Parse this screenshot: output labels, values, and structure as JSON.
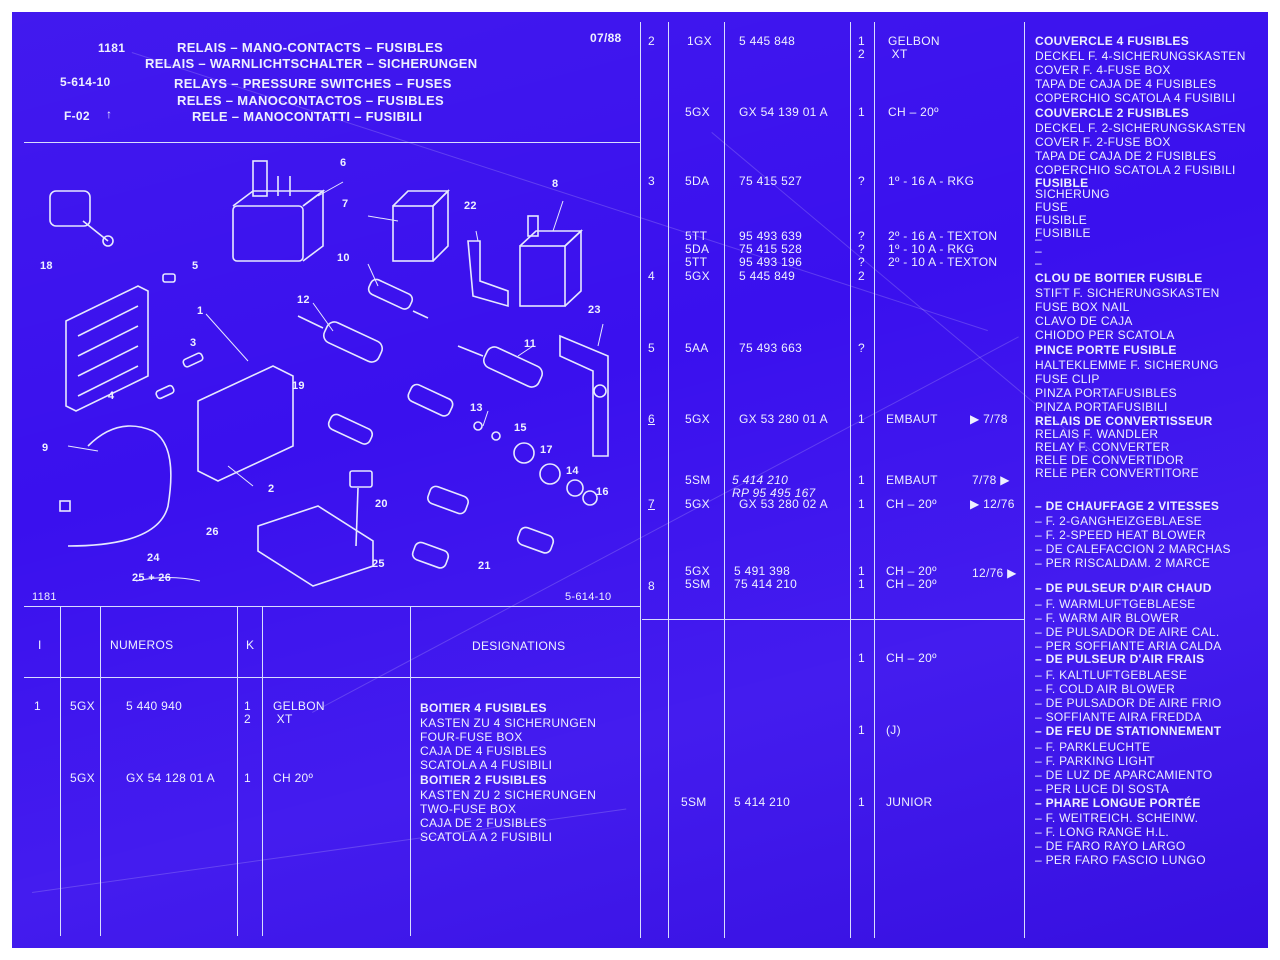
{
  "header": {
    "ref": "1181",
    "date": "07/88",
    "code": "5-614-10",
    "index": "F-02",
    "titles": [
      "RELAIS – MANO-CONTACTS – FUSIBLES",
      "RELAIS – WARNLICHTSCHALTER – SICHERUNGEN",
      "RELAYS – PRESSURE SWITCHES – FUSES",
      "RELES – MANOCONTACTOS – FUSIBLES",
      "RELE – MANOCONTATTI – FUSIBILI"
    ]
  },
  "illustration": {
    "footer_left": "1181",
    "footer_right": "5-614-10",
    "callouts": [
      "1",
      "2",
      "3",
      "4",
      "5",
      "6",
      "7",
      "8",
      "9",
      "10",
      "11",
      "12",
      "13",
      "14",
      "15",
      "16",
      "17",
      "18",
      "19",
      "20",
      "21",
      "22",
      "23",
      "24",
      "25",
      "26"
    ],
    "bracket_label": "24",
    "bracket_sub": "25 + 26"
  },
  "table_headers": {
    "index": "I",
    "numeros": "NUMEROS",
    "k": "K",
    "designations": "DESIGNATIONS"
  },
  "left_rows": [
    {
      "item": "1",
      "code": "5GX",
      "number": "5 440 940",
      "qty": "1\n2",
      "note": "GELBON\n XT",
      "title": "BOITIER 4 FUSIBLES",
      "desc": [
        "KASTEN ZU 4 SICHERUNGEN",
        "FOUR-FUSE BOX",
        "CAJA DE 4 FUSIBLES",
        "SCATOLA A 4 FUSIBILI"
      ]
    },
    {
      "item": "",
      "code": "5GX",
      "number": "GX 54 128 01 A",
      "qty": "1",
      "note": "CH 20º",
      "title": "BOITIER 2 FUSIBLES",
      "desc": [
        "KASTEN ZU 2 SICHERUNGEN",
        "TWO-FUSE BOX",
        "CAJA DE 2 FUSIBLES",
        "SCATOLA A 2 FUSIBILI"
      ]
    }
  ],
  "right_rows": [
    {
      "item": "2",
      "code": "1GX",
      "number": "5 445 848",
      "qty": "1\n2",
      "note": "GELBON\n XT",
      "remark": ""
    },
    {
      "item": "",
      "code": "5GX",
      "number": "GX 54 139 01 A",
      "qty": "1",
      "note": "CH – 20º",
      "remark": ""
    },
    {
      "item": "3",
      "code": "5DA",
      "number": "75 415 527",
      "qty": "?",
      "note": "1º - 16 A - RKG",
      "remark": ""
    },
    {
      "item": "",
      "code": "5TT\n5DA\n5TT",
      "number": "95 493 639\n75 415 528\n95 493 196",
      "qty": "?\n?\n?",
      "note": "2º - 16 A - TEXTON\n1º - 10 A - RKG\n2º - 10 A - TEXTON",
      "remark": ""
    },
    {
      "item": "4",
      "code": "5GX",
      "number": "5 445 849",
      "qty": "2",
      "note": "",
      "remark": ""
    },
    {
      "item": "5",
      "code": "5AA",
      "number": "75 493 663",
      "qty": "?",
      "note": "",
      "remark": ""
    },
    {
      "item": "6",
      "code": "5GX",
      "number": "GX 53 280 01 A",
      "qty": "1",
      "note": "EMBAUT",
      "remark": "▶ 7/78"
    },
    {
      "item": "",
      "code": "5SM",
      "number": "5 414 210\nRP 95 495 167",
      "qty": "1",
      "note": "EMBAUT",
      "remark": "7/78 ▶"
    },
    {
      "item": "7",
      "code": "5GX",
      "number": "GX 53 280 02 A",
      "qty": "1",
      "note": "CH – 20º",
      "remark": "▶ 12/76"
    },
    {
      "item": "8",
      "code": "5GX\n5SM",
      "number": "5 491 398\n75 414 210",
      "qty": "1\n1",
      "note": "CH – 20º\nCH – 20º",
      "remark": "12/76 ▶"
    },
    {
      "item": "",
      "code": "",
      "number": "",
      "qty": "1",
      "note": "CH – 20º",
      "remark": ""
    },
    {
      "item": "",
      "code": "",
      "number": "",
      "qty": "1",
      "note": "(J)",
      "remark": ""
    },
    {
      "item": "",
      "code": "5SM",
      "number": "5 414 210",
      "qty": "1",
      "note": "JUNIOR",
      "remark": ""
    }
  ],
  "designations": [
    {
      "title": "COUVERCLE 4 FUSIBLES",
      "lines": [
        "DECKEL F. 4-SICHERUNGSKASTEN",
        "COVER F. 4-FUSE BOX",
        "TAPA DE CAJA DE 4 FUSIBLES",
        "COPERCHIO SCATOLA 4 FUSIBILI"
      ]
    },
    {
      "title": "COUVERCLE 2 FUSIBLES",
      "lines": [
        "DECKEL F. 2-SICHERUNGSKASTEN",
        "COVER F. 2-FUSE BOX",
        "TAPA DE CAJA DE 2 FUSIBLES",
        "COPERCHIO SCATOLA 2 FUSIBILI"
      ]
    },
    {
      "title": "FUSIBLE",
      "lines": [
        "SICHERUNG",
        "FUSE",
        "FUSIBLE",
        "FUSIBILE"
      ]
    },
    {
      "title": "",
      "lines": [
        "–",
        "–",
        "–"
      ]
    },
    {
      "title": "CLOU DE BOITIER FUSIBLE",
      "lines": [
        "STIFT F. SICHERUNGSKASTEN",
        "FUSE BOX NAIL",
        "CLAVO DE CAJA",
        "CHIODO PER SCATOLA"
      ]
    },
    {
      "title": "PINCE PORTE FUSIBLE",
      "lines": [
        "HALTEKLEMME F. SICHERUNG",
        "FUSE CLIP",
        "PINZA PORTAFUSIBLES",
        "PINZA PORTAFUSIBILI"
      ]
    },
    {
      "title": "RELAIS DE CONVERTISSEUR",
      "lines": [
        "RELAIS F. WANDLER",
        "RELAY F. CONVERTER",
        "RELE DE CONVERTIDOR",
        "RELE PER CONVERTITORE"
      ]
    },
    {
      "title": "– DE CHAUFFAGE 2 VITESSES",
      "lines": [
        "– F. 2-GANGHEIZGEBLAESE",
        "– F. 2-SPEED HEAT BLOWER",
        "– DE CALEFACCION 2 MARCHAS",
        "– PER RISCALDAM. 2 MARCE"
      ]
    },
    {
      "title": "– DE PULSEUR D'AIR CHAUD",
      "lines": [
        "– F. WARMLUFTGEBLAESE",
        "– F. WARM AIR BLOWER",
        "– DE PULSADOR DE AIRE CAL.",
        "– PER SOFFIANTE ARIA CALDA"
      ]
    },
    {
      "title": "– DE PULSEUR D'AIR FRAIS",
      "lines": [
        "– F. KALTLUFTGEBLAESE",
        "– F. COLD AIR BLOWER",
        "– DE PULSADOR DE AIRE FRIO",
        "– SOFFIANTE AIRA FREDDA"
      ]
    },
    {
      "title": "– DE FEU DE STATIONNEMENT",
      "lines": [
        "– F. PARKLEUCHTE",
        "– F. PARKING LIGHT",
        "– DE LUZ DE APARCAMIENTO",
        "– PER LUCE DI SOSTA"
      ]
    },
    {
      "title": "– PHARE LONGUE PORTÉE",
      "lines": [
        "– F. WEITREICH. SCHEINW.",
        "– F. LONG RANGE H.L.",
        "– DE FARO RAYO LARGO",
        "– PER FARO FASCIO LUNGO"
      ]
    }
  ],
  "colors": {
    "background": "#3a10ee",
    "ink": "#eef0ff"
  }
}
